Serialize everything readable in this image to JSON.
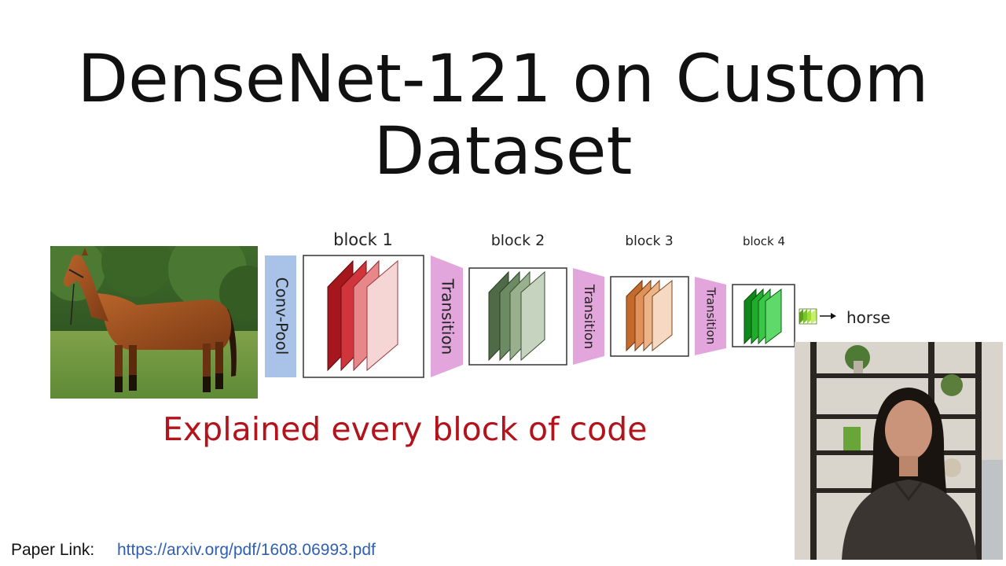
{
  "title": {
    "line1": "DenseNet-121 on Custom",
    "line2": "Dataset"
  },
  "diagram": {
    "conv_pool_label": "Conv-Pool",
    "transition_label": "Transition",
    "blocks": [
      {
        "label": "block 1",
        "color": "#c8373d"
      },
      {
        "label": "block 2",
        "color": "#5f7f55"
      },
      {
        "label": "block 3",
        "color": "#d4864a"
      },
      {
        "label": "block 4",
        "color": "#20a82a"
      }
    ],
    "output_label": "horse",
    "colors": {
      "conv_pool": "#a9c3e8",
      "transition": "#e3a6dc",
      "output": "#9be02e"
    }
  },
  "subtitle": "Explained every block of code",
  "paper": {
    "label": "Paper Link:",
    "url": "https://arxiv.org/pdf/1608.06993.pdf"
  }
}
